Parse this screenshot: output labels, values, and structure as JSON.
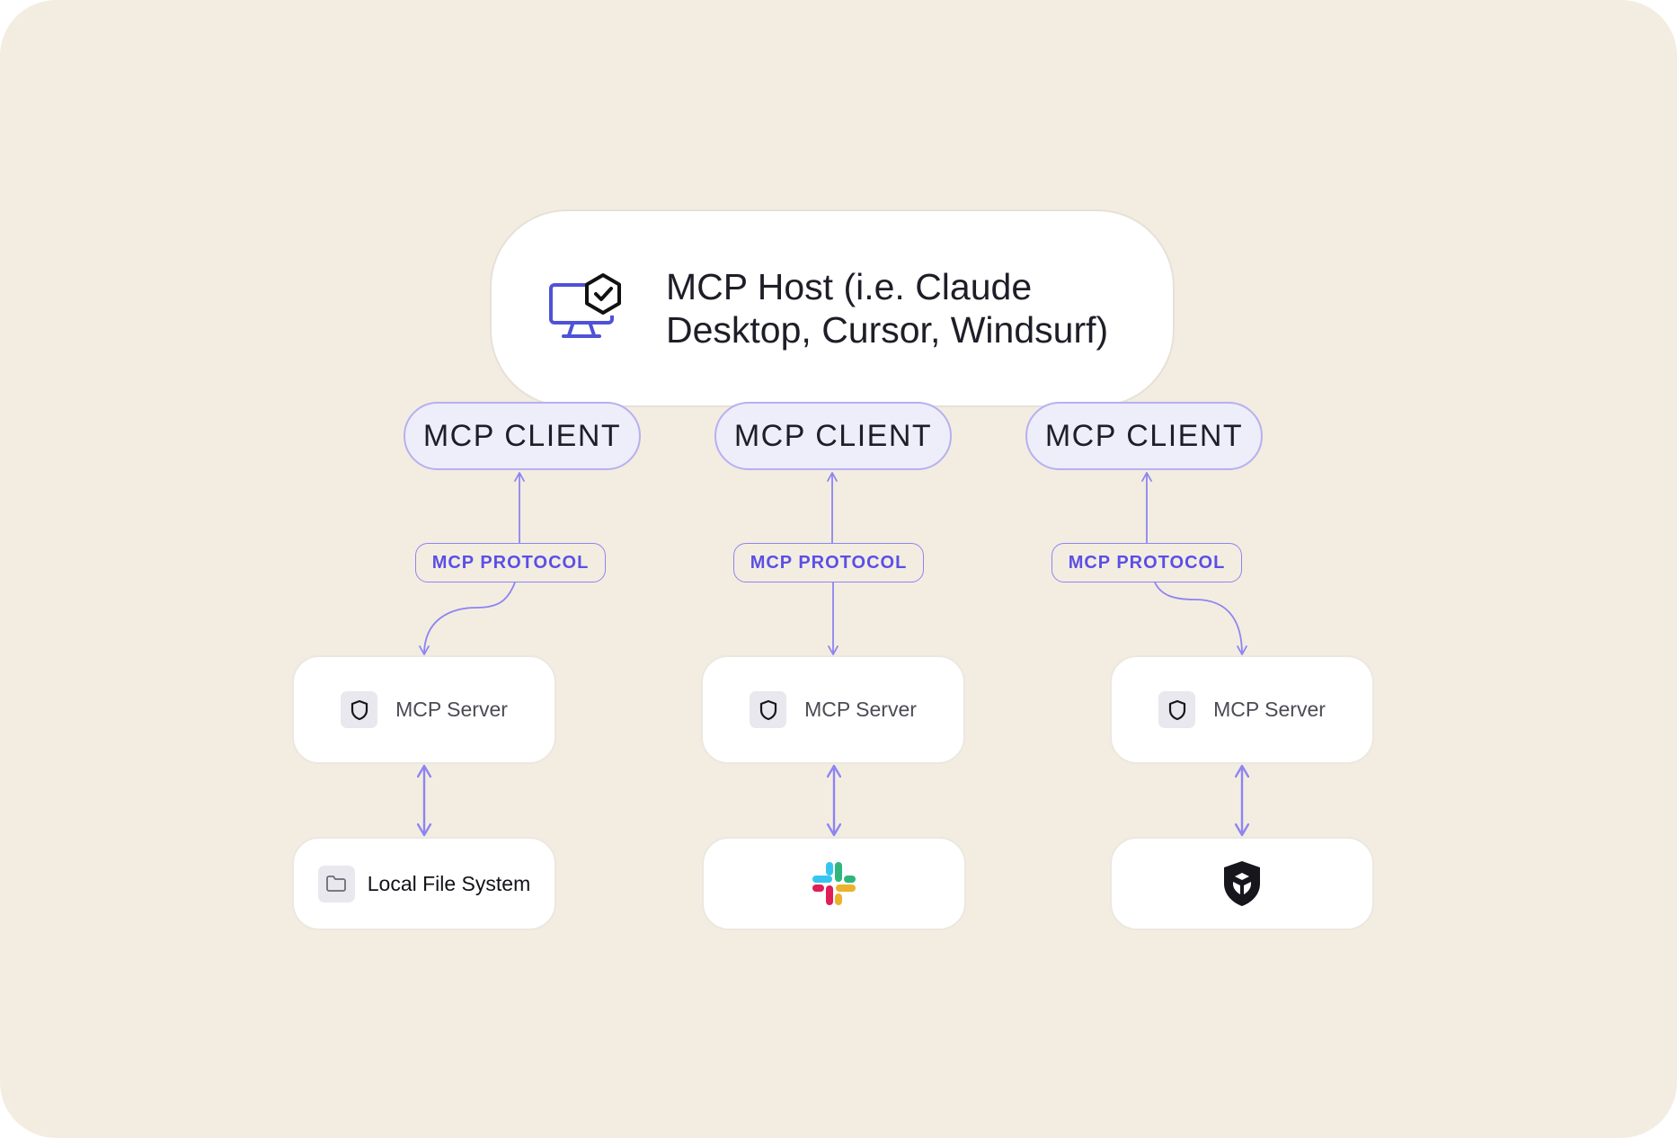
{
  "host": {
    "title": "MCP Host (i.e. Claude Desktop, Cursor, Windsurf)",
    "icon": "monitor-check-icon"
  },
  "clients": [
    {
      "label": "MCP CLIENT"
    },
    {
      "label": "MCP CLIENT"
    },
    {
      "label": "MCP CLIENT"
    }
  ],
  "protocols": [
    {
      "label": "MCP PROTOCOL"
    },
    {
      "label": "MCP PROTOCOL"
    },
    {
      "label": "MCP PROTOCOL"
    }
  ],
  "servers": [
    {
      "label": "MCP Server",
      "icon": "shield-icon"
    },
    {
      "label": "MCP Server",
      "icon": "shield-icon"
    },
    {
      "label": "MCP Server",
      "icon": "shield-icon"
    }
  ],
  "resources": [
    {
      "label": "Local File System",
      "icon": "folder-icon"
    },
    {
      "icon": "slack-logo-icon"
    },
    {
      "icon": "shield-logo-icon"
    }
  ],
  "colors": {
    "background": "#f3ede1",
    "accent": "#5b4fe6",
    "connector": "#8e84f2",
    "client_fill": "#eeedfa",
    "client_border": "#b7b0f0"
  }
}
